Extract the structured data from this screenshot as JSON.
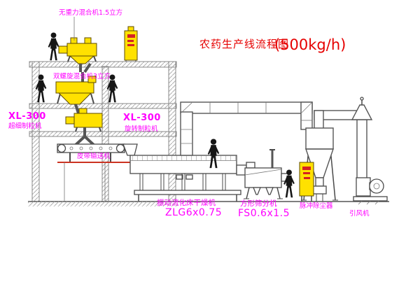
{
  "title": {
    "name": "农药生产线流程图",
    "capacity": "(500kg/h)"
  },
  "labels": {
    "top_mixer": "无重力混合机1.5立方",
    "screw_mixer": "双螺旋混合机3立方",
    "granulator_left": {
      "model": "XL-300",
      "name": "超细制粒机"
    },
    "granulator_center": {
      "model": "XL-300",
      "name": "旋转制粒机"
    },
    "belt_conveyor": "皮带输送机",
    "dryer": {
      "name": "振动流化床干燥机",
      "model": "ZLG6x0.75"
    },
    "sieve": {
      "name": "方形筛分机",
      "model": "FS0.6x1.5"
    },
    "dust_collector": "脉冲除尘器",
    "fan": "引风机"
  },
  "colors": {
    "label_magenta": "#ff00ff",
    "title_red": "#e60000",
    "equipment_yellow": "#ffe100",
    "line_gray": "#4a4a4a",
    "beam_red": "#cc3322"
  }
}
